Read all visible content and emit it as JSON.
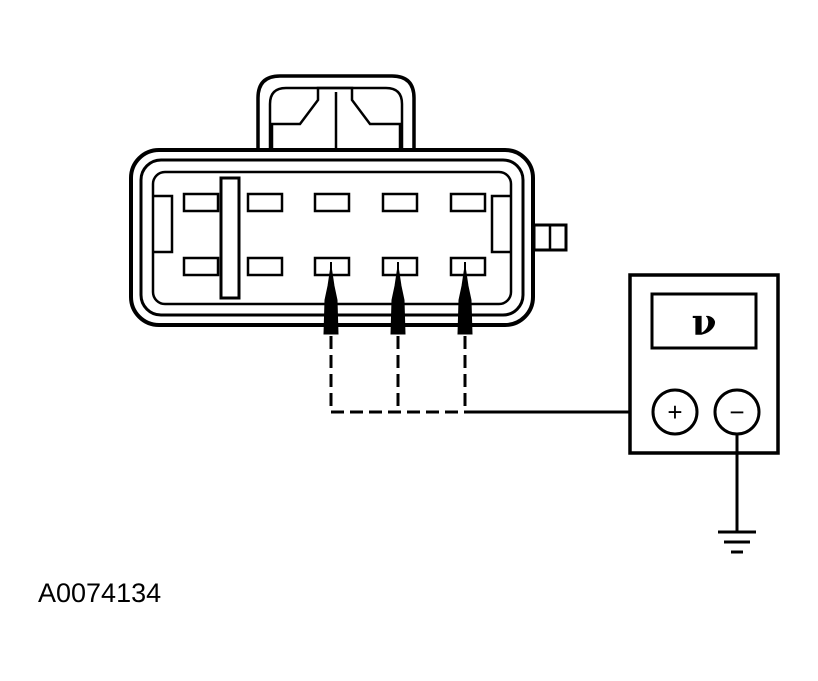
{
  "figure_id": "A0074134",
  "meter": {
    "display": "ν",
    "positive_symbol": "+",
    "negative_symbol": "−"
  },
  "connector": {
    "top_row_pins": 5,
    "bottom_row_pins": 5,
    "probed_pins": 3
  },
  "colors": {
    "ink": "#000000",
    "paper": "#ffffff"
  }
}
